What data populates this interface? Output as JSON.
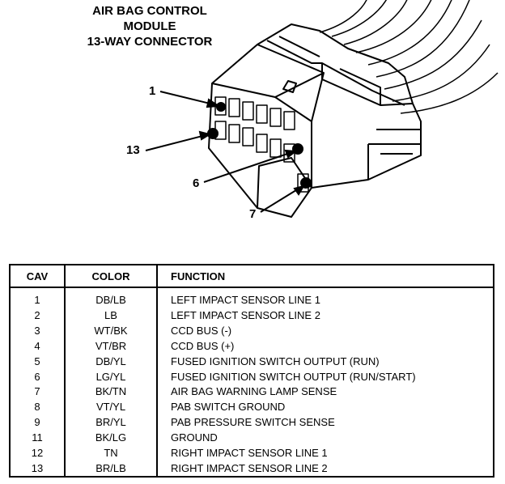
{
  "title": {
    "line1": "AIR BAG CONTROL",
    "line2": "MODULE",
    "line3": "13-WAY CONNECTOR"
  },
  "callouts": {
    "c1": "1",
    "c13": "13",
    "c6": "6",
    "c7": "7"
  },
  "table": {
    "headers": {
      "cav": "CAV",
      "color": "COLOR",
      "function": "FUNCTION"
    },
    "rows": [
      {
        "cav": "1",
        "color": "DB/LB",
        "function": "LEFT IMPACT SENSOR LINE 1"
      },
      {
        "cav": "2",
        "color": "LB",
        "function": "LEFT IMPACT SENSOR LINE 2"
      },
      {
        "cav": "3",
        "color": "WT/BK",
        "function": "CCD BUS (-)"
      },
      {
        "cav": "4",
        "color": "VT/BR",
        "function": "CCD BUS (+)"
      },
      {
        "cav": "5",
        "color": "DB/YL",
        "function": "FUSED IGNITION SWITCH OUTPUT (RUN)"
      },
      {
        "cav": "6",
        "color": "LG/YL",
        "function": "FUSED IGNITION SWITCH OUTPUT (RUN/START)"
      },
      {
        "cav": "7",
        "color": "BK/TN",
        "function": "AIR BAG WARNING LAMP SENSE"
      },
      {
        "cav": "8",
        "color": "VT/YL",
        "function": "PAB SWITCH GROUND"
      },
      {
        "cav": "9",
        "color": "BR/YL",
        "function": "PAB PRESSURE SWITCH SENSE"
      },
      {
        "cav": "11",
        "color": "BK/LG",
        "function": "GROUND"
      },
      {
        "cav": "12",
        "color": "TN",
        "function": "RIGHT IMPACT SENSOR LINE 1"
      },
      {
        "cav": "13",
        "color": "BR/LB",
        "function": "RIGHT IMPACT SENSOR LINE 2"
      }
    ]
  }
}
